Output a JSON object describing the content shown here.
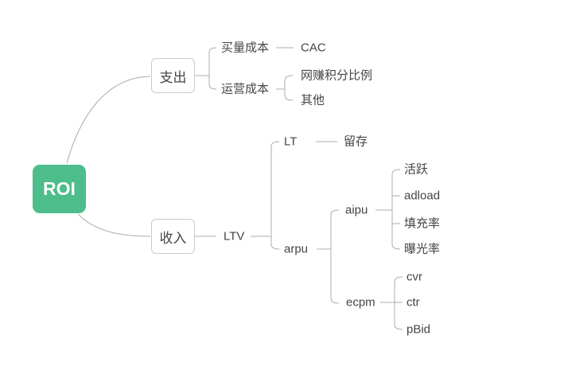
{
  "colors": {
    "canvas_bg": "#ffffff",
    "root_bg": "#4dbd8c",
    "root_text": "#ffffff",
    "node_border": "#cbcbcb",
    "node_text": "#454545",
    "line": "#adadad"
  },
  "tree": {
    "root": "ROI",
    "branches": [
      {
        "label": "支出",
        "children": [
          {
            "label": "买量成本",
            "children": [
              {
                "label": "CAC"
              }
            ]
          },
          {
            "label": "运营成本",
            "children": [
              {
                "label": "网赚积分比例"
              },
              {
                "label": "其他"
              }
            ]
          }
        ]
      },
      {
        "label": "收入",
        "children": [
          {
            "label": "LTV",
            "children": [
              {
                "label": "LT",
                "children": [
                  {
                    "label": "留存"
                  }
                ]
              },
              {
                "label": "arpu",
                "children": [
                  {
                    "label": "aipu",
                    "children": [
                      {
                        "label": "活跃"
                      },
                      {
                        "label": "adload"
                      },
                      {
                        "label": "填充率"
                      },
                      {
                        "label": "曝光率"
                      }
                    ]
                  },
                  {
                    "label": "ecpm",
                    "children": [
                      {
                        "label": "cvr"
                      },
                      {
                        "label": "ctr"
                      },
                      {
                        "label": "pBid"
                      }
                    ]
                  }
                ]
              }
            ]
          }
        ]
      }
    ]
  }
}
